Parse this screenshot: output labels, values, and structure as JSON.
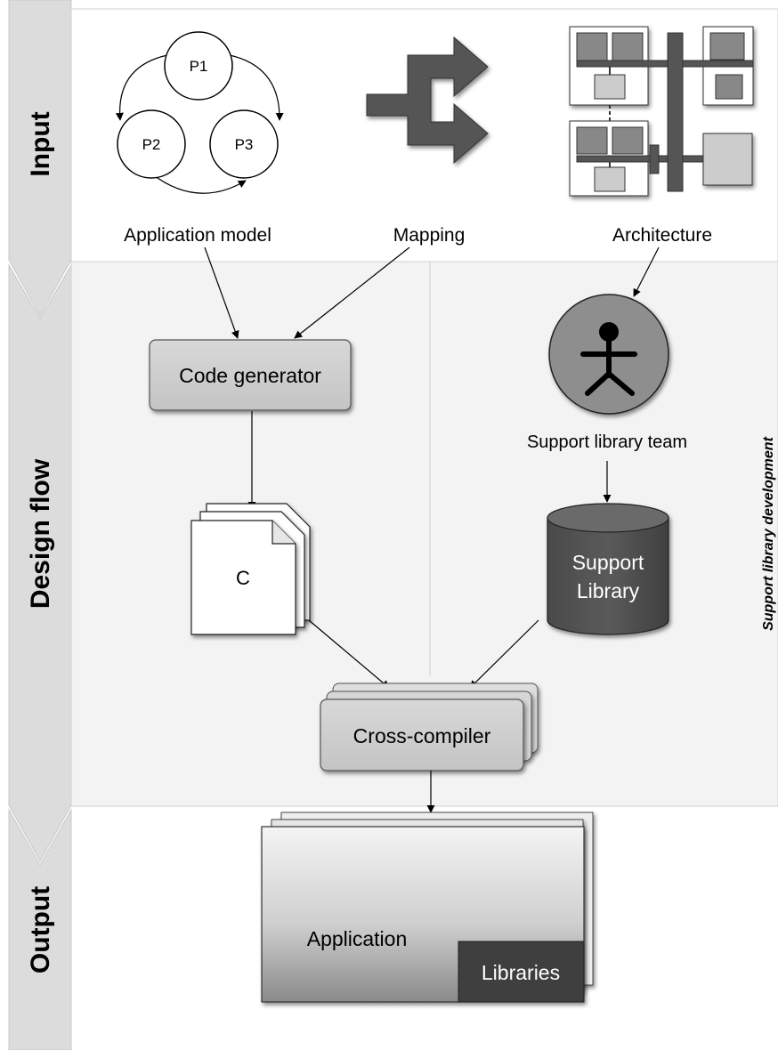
{
  "stages": {
    "input": "Input",
    "design_flow": "Design flow",
    "output": "Output"
  },
  "input": {
    "app_model_label": "Application model",
    "processes": [
      "P1",
      "P2",
      "P3"
    ],
    "mapping_label": "Mapping",
    "architecture_label": "Architecture"
  },
  "design_flow": {
    "code_generator": "Code generator",
    "c_file": "C",
    "support_team": "Support library team",
    "support_library_line1": "Support",
    "support_library_line2": "Library",
    "cross_compiler": "Cross-compiler",
    "side_label": "Support library development"
  },
  "output": {
    "application": "Application",
    "libraries": "Libraries"
  }
}
